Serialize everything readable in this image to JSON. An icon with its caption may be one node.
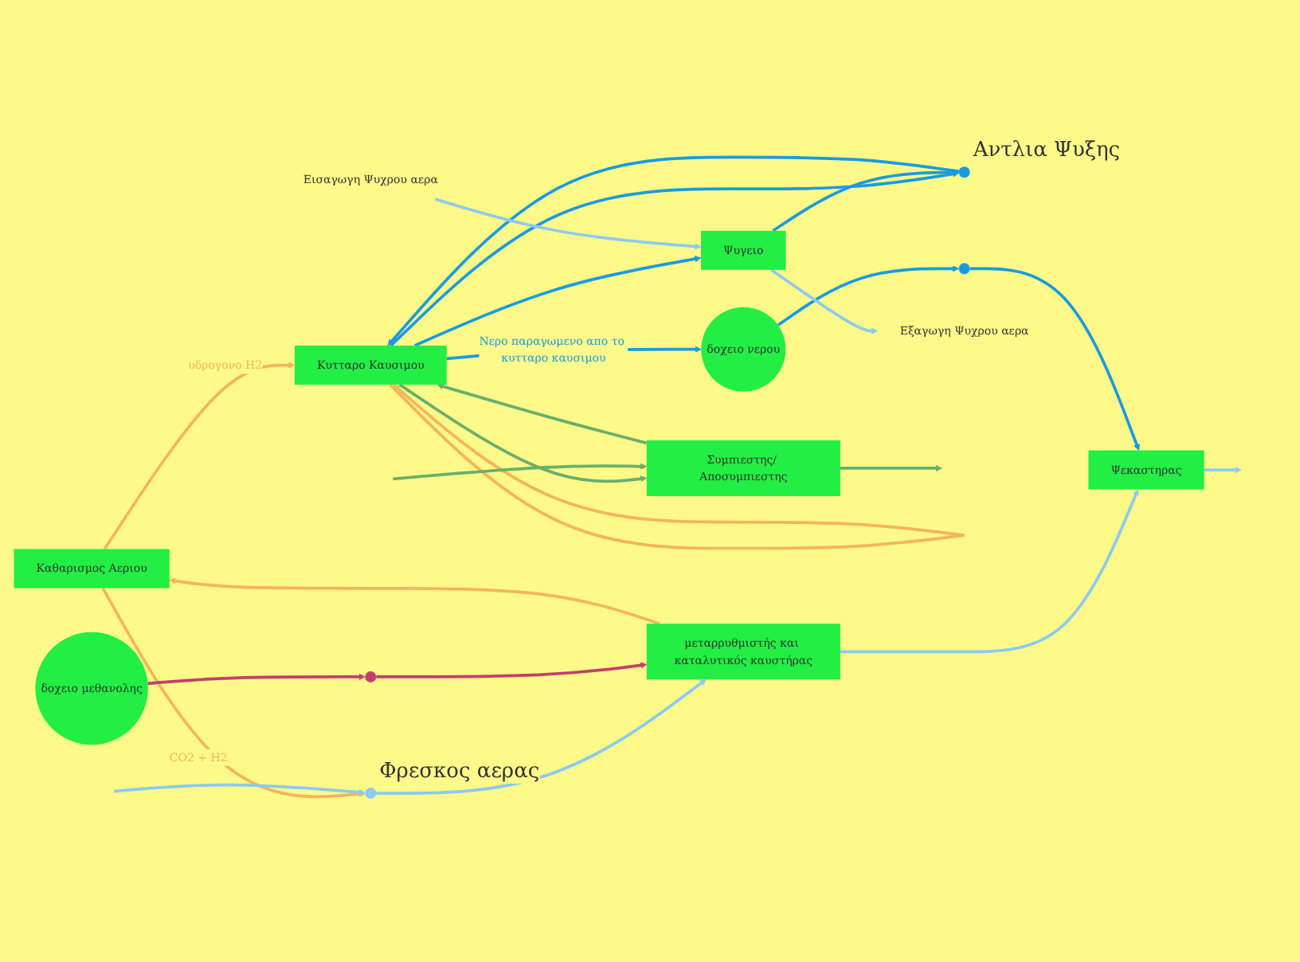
{
  "diagram": {
    "nodes": [
      {
        "text": [
          "Καθαρισμος Αεριου"
        ]
      },
      {
        "text": [
          "Κυτταρο Καυσιμου"
        ]
      },
      {
        "text": [
          "μεταρρυθμιστής και καταλυτικός καυστήρας"
        ]
      },
      {
        "text": [],
        "shape": "circle",
        "beside": [
          "Φρεσκος αερας"
        ]
      },
      {
        "text": [
          "Συμπιεστης/ Αποσυμπιεστης"
        ]
      },
      {
        "text": [],
        "shape": "circle",
        "beside": [
          "Αντλια Ψυξης"
        ]
      },
      {
        "text": [
          "Ψεκαστηρας"
        ]
      },
      {
        "text": [
          "Ψυγειο"
        ]
      },
      {
        "text": [
          "δοχειο νερου"
        ]
      },
      {
        "text": [
          "δοχειο μεθανολης"
        ]
      },
      {
        "text": [],
        "shape": "circle"
      },
      {
        "text": [],
        "shape": "circle"
      },
      {
        "text": [
          "Εξαγωγη Ψυχρου αερα"
        ]
      },
      {
        "text": [
          "Εισαγωγη Ψυχρου αερα"
        ]
      }
    ],
    "edges": [
      {
        "from": 0,
        "to": 1,
        "arrow": "to",
        "label": "υδρογονο H2",
        "color": "#f5b55a"
      },
      {
        "from": 1,
        "to": 1,
        "arrow": "to",
        "color": "#f5b55a"
      },
      {
        "from": 0,
        "to": 3,
        "arrow": "to",
        "label": "CO2 + H2",
        "color": "#f5b55a"
      },
      {
        "from": 2,
        "to": 0,
        "arrow": "to",
        "color": "#f5b55a"
      },
      {
        "from": null,
        "to": 3,
        "arrow": "to",
        "color": "#8ccaf0"
      },
      {
        "from": 3,
        "to": 2,
        "arrow": "to",
        "color": "#8ccaf0"
      },
      {
        "from": 4,
        "to": 1,
        "arrow": "to",
        "color": "#6aaf6a"
      },
      {
        "from": 1,
        "to": 4,
        "arrow": "to",
        "color": "#6aaf6a"
      },
      {
        "from": 4,
        "to": null,
        "arrow": "to",
        "color": "#6aaf6a"
      },
      {
        "from": null,
        "to": 4,
        "arrow": "to",
        "color": "#6aaf6a"
      },
      {
        "from": 1,
        "to": 8,
        "arrow": "to",
        "label": "Νερο παραγωμενο απο το κυτταρο καυσιμου"
      },
      {
        "from": 2,
        "to": 6,
        "arrow": "to",
        "color": "#8ccaf0"
      },
      {
        "from": 6,
        "to": null,
        "arrow": "to",
        "color": "#8ccaf0"
      },
      {
        "from": 8,
        "to": 10,
        "arrow": "to"
      },
      {
        "from": 10,
        "to": 6,
        "arrow": "to"
      },
      {
        "from": 9,
        "to": 11,
        "arrow": "to",
        "color": "#c0406a"
      },
      {
        "from": 11,
        "to": 2,
        "arrow": "to",
        "color": "#c0406a"
      },
      {
        "from": 1,
        "to": 7,
        "arrow": "to"
      },
      {
        "from": 1,
        "to": 5,
        "arrow": "to"
      },
      {
        "from": 7,
        "to": 5,
        "arrow": "to"
      },
      {
        "from": 5,
        "to": 1,
        "arrow": "to"
      },
      {
        "from": 13,
        "to": 7,
        "arrow": "to",
        "color": "#8ccaf0"
      },
      {
        "from": 7,
        "to": 12,
        "arrow": "to",
        "color": "#8ccaf0"
      }
    ]
  }
}
